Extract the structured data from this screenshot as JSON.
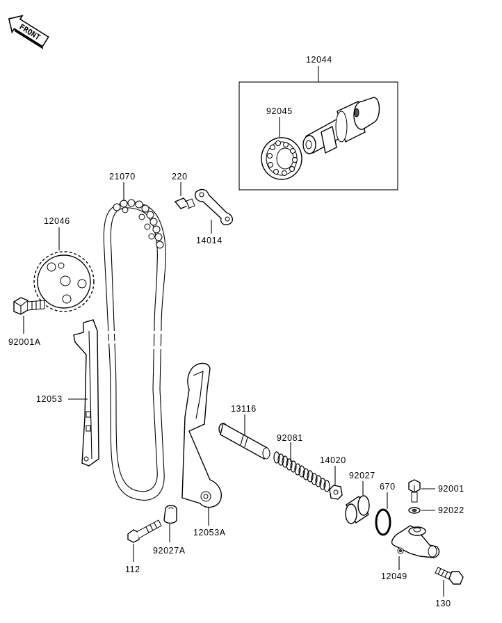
{
  "orientation": {
    "label": "FRONT"
  },
  "labels": {
    "camshaft_assy": "12044",
    "bearing": "92045",
    "chain": "21070",
    "bolt_220": "220",
    "guide_plate": "14014",
    "sprocket": "12046",
    "sprocket_bolt": "92001A",
    "chain_guide": "12053",
    "tensioner_rod": "13116",
    "spring": "92081",
    "nut": "14020",
    "collar": "92027",
    "o_ring": "670",
    "bolt_92001": "92001",
    "washer": "92022",
    "tensioner_guide": "12053A",
    "guide_collar": "92027A",
    "guide_bolt": "112",
    "tensioner_body": "12049",
    "tensioner_bolt": "130"
  }
}
